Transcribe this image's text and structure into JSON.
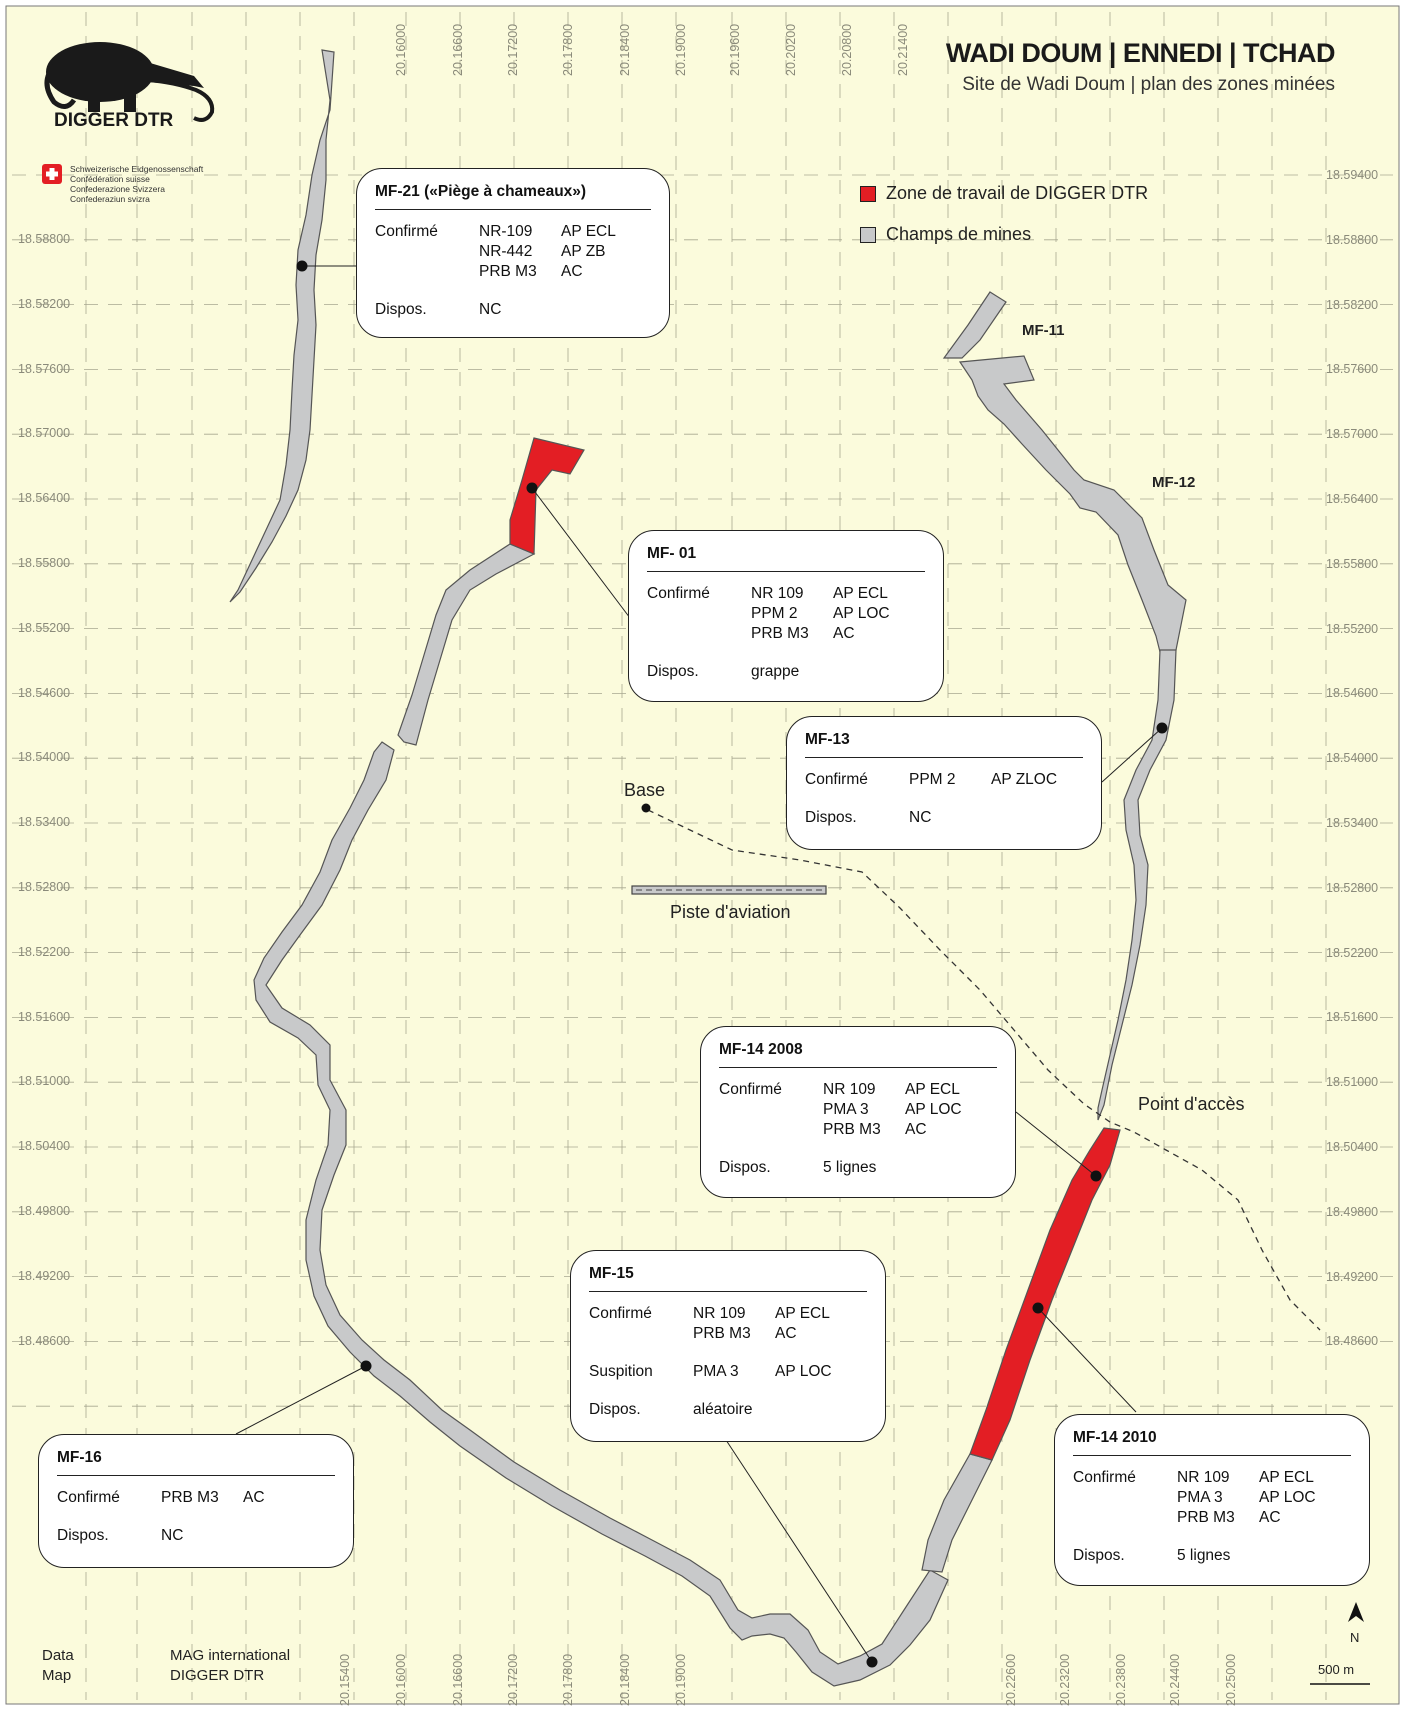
{
  "header": {
    "title": "WADI DOUM | ENNEDI | TCHAD",
    "subtitle": "Site de Wadi Doum | plan des zones minées"
  },
  "logo": {
    "name": "DIGGER DTR",
    "swiss_lines": [
      "Schweizerische Eidgenossenschaft",
      "Confédération suisse",
      "Confederazione Svizzera",
      "Confederaziun svizra"
    ]
  },
  "legend": {
    "items": [
      {
        "label": "Zone de travail de DIGGER DTR",
        "color": "#e31e24"
      },
      {
        "label": "Champs de mines",
        "color": "#c8c9ca"
      }
    ]
  },
  "colors": {
    "background": "#fbfbdc",
    "minefield": "#c8c9ca",
    "work_zone": "#e31e24",
    "grid": "#a8a890"
  },
  "axes": {
    "top_ticks": [
      "20.16000",
      "20.16600",
      "20.17200",
      "20.17800",
      "20.18400",
      "20.19000",
      "20.19600",
      "20.20200",
      "20.20800",
      "20.21400"
    ],
    "bottom_ticks": [
      "20.15400",
      "20.16000",
      "20.16600",
      "20.17200",
      "20.17800",
      "20.18400",
      "20.19000",
      "20.22600",
      "20.23200",
      "20.23800",
      "20.24400",
      "20.25000"
    ],
    "left_ticks": [
      "18.58800",
      "18.58200",
      "18.57600",
      "18.57000",
      "18.56400",
      "18.55800",
      "18.55200",
      "18.54600",
      "18.54000",
      "18.53400",
      "18.52800",
      "18.52200",
      "18.51600",
      "18.51000",
      "18.50400",
      "18.49800",
      "18.49200",
      "18.48600"
    ],
    "right_ticks": [
      "18.59400",
      "18.58800",
      "18.58200",
      "18.57600",
      "18.57000",
      "18.56400",
      "18.55800",
      "18.55200",
      "18.54600",
      "18.54000",
      "18.53400",
      "18.52800",
      "18.52200",
      "18.51600",
      "18.51000",
      "18.50400",
      "18.49800",
      "18.49200",
      "18.48600"
    ]
  },
  "map_labels": {
    "mf11": "MF-11",
    "mf12": "MF-12",
    "base": "Base",
    "runway": "Piste d'aviation",
    "access": "Point d'accès"
  },
  "boxes": [
    {
      "id": "mf21",
      "title": "MF-21 («Piège à chameaux»)",
      "rows": [
        [
          "Confirmé",
          "NR-109",
          "AP ECL"
        ],
        [
          "",
          "NR-442",
          "AP ZB"
        ],
        [
          "",
          "PRB M3",
          "AC"
        ],
        [
          "",
          "",
          ""
        ],
        [
          "Dispos.",
          "NC",
          ""
        ]
      ]
    },
    {
      "id": "mf01",
      "title": "MF- 01",
      "rows": [
        [
          "Confirmé",
          "NR 109",
          "AP ECL"
        ],
        [
          "",
          "PPM 2",
          "AP LOC"
        ],
        [
          "",
          "PRB M3",
          "AC"
        ],
        [
          "",
          "",
          ""
        ],
        [
          "Dispos.",
          "grappe",
          ""
        ]
      ]
    },
    {
      "id": "mf13",
      "title": "MF-13",
      "rows": [
        [
          "Confirmé",
          "PPM 2",
          "AP ZLOC"
        ],
        [
          "",
          "",
          ""
        ],
        [
          "Dispos.",
          "NC",
          ""
        ]
      ]
    },
    {
      "id": "mf14a",
      "title": "MF-14 2008",
      "rows": [
        [
          "Confirmé",
          "NR 109",
          "AP ECL"
        ],
        [
          "",
          "PMA 3",
          "AP LOC"
        ],
        [
          "",
          "PRB M3",
          "AC"
        ],
        [
          "",
          "",
          ""
        ],
        [
          "Dispos.",
          "5 lignes",
          ""
        ]
      ]
    },
    {
      "id": "mf15",
      "title": "MF-15",
      "rows": [
        [
          "Confirmé",
          "NR 109",
          "AP ECL"
        ],
        [
          "",
          "PRB M3",
          "AC"
        ],
        [
          "",
          "",
          ""
        ],
        [
          "Suspition",
          "PMA 3",
          "AP LOC"
        ],
        [
          "",
          "",
          ""
        ],
        [
          "Dispos.",
          "aléatoire",
          ""
        ]
      ]
    },
    {
      "id": "mf16",
      "title": "MF-16",
      "rows": [
        [
          "Confirmé",
          "PRB M3",
          "AC"
        ],
        [
          "",
          "",
          ""
        ],
        [
          "Dispos.",
          "NC",
          ""
        ]
      ]
    },
    {
      "id": "mf14b",
      "title": "MF-14 2010",
      "rows": [
        [
          "Confirmé",
          "NR 109",
          "AP ECL"
        ],
        [
          "",
          "PMA 3",
          "AP LOC"
        ],
        [
          "",
          "PRB M3",
          "AC"
        ],
        [
          "",
          "",
          ""
        ],
        [
          "Dispos.",
          "5 lignes",
          ""
        ]
      ]
    }
  ],
  "footer": {
    "data_label": "Data",
    "data_value": "MAG international",
    "map_label": "Map",
    "map_value": "DIGGER DTR",
    "north": "N",
    "scale": "500 m"
  }
}
